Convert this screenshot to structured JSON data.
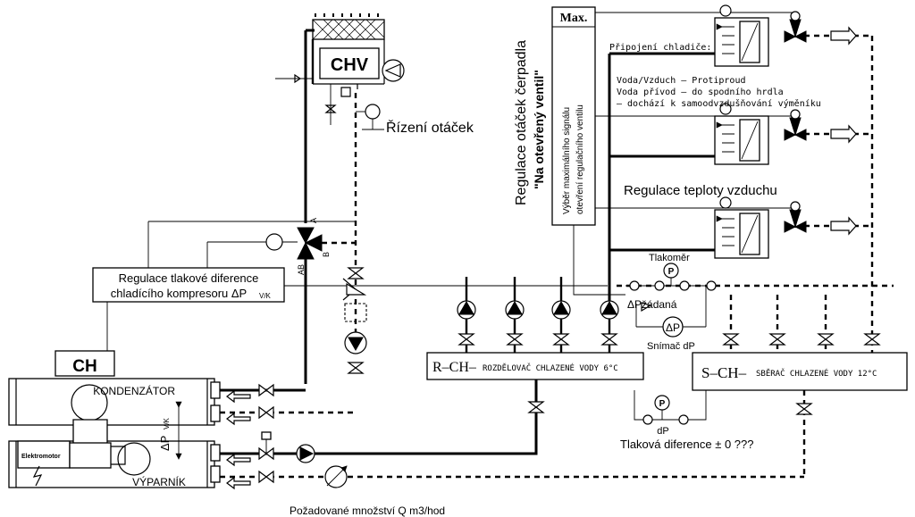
{
  "labels": {
    "chv": "CHV",
    "rizeni_otacek": "Řízení otáček",
    "regulace_tlak_line1": "Regulace tlakové diference",
    "regulace_tlak_line2": "chladícího kompresoru ΔP",
    "regulace_tlak_sub": "V/K",
    "ch": "CH",
    "kondenzator": "KONDENZÁTOR",
    "vyparnik": "VÝPARNÍK",
    "elektromotor": "Elektromotor",
    "dpvk_main": "ΔP",
    "dpvk_sub": "V/K",
    "valve_a": "A",
    "valve_ab": "AB",
    "valve_b": "B",
    "vertical_title_1": "Regulace otáček čerpadla",
    "vertical_title_2": "\"Na otevřený ventil\"",
    "vertical_box_1": "Výběr maximálního signálu",
    "vertical_box_2": "otevření regulačního ventilu",
    "max": "Max.",
    "pripojeni": "Připojení chladiče:",
    "voda_vzduch": "Voda/Vzduch – Protiproud",
    "voda_privod": "Voda přívod – do spodního hrdla",
    "dochazi": "– dochází k samoodvzdušňování výměníku",
    "regulace_vzduch": "Regulace teploty vzduchu",
    "tlakomer": "Tlakoměr",
    "p": "P",
    "dp_zadana": "ΔPžádaná",
    "dp_circle": "ΔP",
    "snimac": "Snímač dP",
    "rch_code": "R–CH–",
    "rch_text": "ROZDĚLOVAČ CHLAZENÉ VODY 6°C",
    "sch_code": "S–CH–",
    "sch_text": "SBĚRAČ CHLAZENÉ VODY 12°C",
    "dp_small": "dP",
    "tlakova_diference": "Tlaková diference ± 0 ???",
    "pozadovane": "Požadované množství Q m3/hod"
  }
}
